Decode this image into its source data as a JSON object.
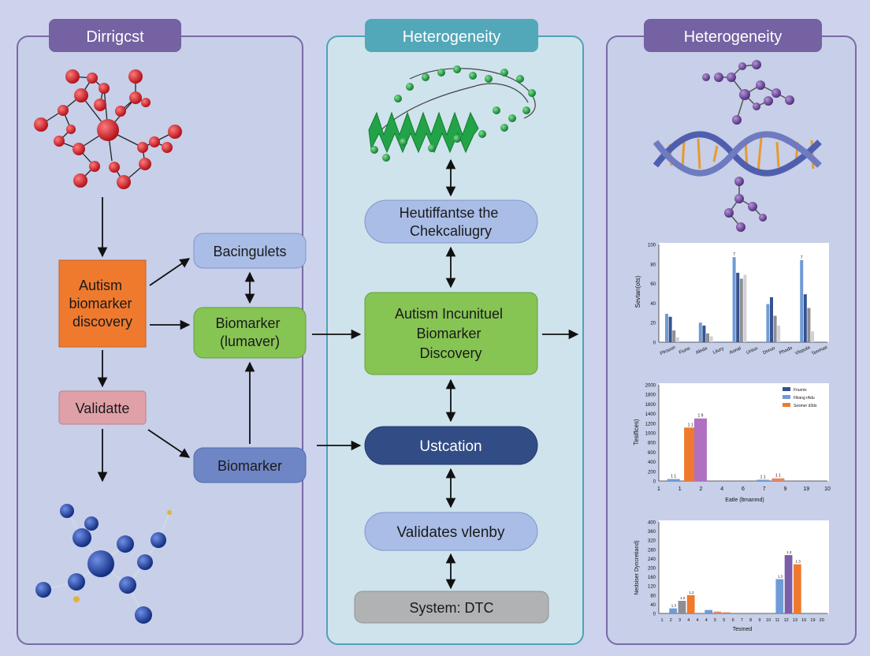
{
  "panels": {
    "left": {
      "title": "Dirrigcst"
    },
    "middle": {
      "title": "Heterogeneity"
    },
    "right": {
      "title": "Heterogeneity"
    }
  },
  "left_nodes": {
    "autism": [
      "Autism",
      "biomarker",
      "discovery"
    ],
    "validate": "Validatte",
    "bacingulets": "Bacingulets",
    "biomarker_lum": [
      "Biomarker",
      "(lumaver)"
    ],
    "biomarker": "Biomarker"
  },
  "middle_nodes": {
    "heutiff": [
      "Heutiffantse the",
      "Chekcaliugry"
    ],
    "discovery": [
      "Autism Incunituel",
      "Biomarker",
      "Discovery"
    ],
    "ustcation": "Ustcation",
    "validates": "Validates vlenby",
    "system": "System: DTC"
  },
  "colors": {
    "background": "#cdd3ec",
    "panel_border": "#7a6aa6",
    "middle_border": "#4ea3b5",
    "title_purple": "#7462a3",
    "title_teal": "#52a7b8",
    "orange": "#ef7a2e",
    "green": "#86c453",
    "blue_light": "#a9bde6",
    "blue_mid": "#6f86c6",
    "blue_dark": "#324d86",
    "pink": "#e0a0a8",
    "gray": "#b0b2b4",
    "molecule_red": "#d6232a",
    "molecule_blue": "#2349a7",
    "molecule_green": "#22a347",
    "molecule_purple": "#7a4fa5"
  },
  "chart_data": [
    {
      "type": "bar",
      "ylabel": "Sevtan(ots)",
      "yticks": [
        "0",
        "20",
        "40",
        "60",
        "80",
        "100"
      ],
      "ylim": [
        0,
        100
      ],
      "categories": [
        "Plrouon",
        "Fiune",
        "Aleda",
        "Liiury",
        "Aonal",
        "Uniux",
        "Doruo",
        "Phodo",
        "Vlepula",
        "Tenmae"
      ],
      "series": [
        {
          "color": "#6f9bd6",
          "values": [
            29,
            null,
            20,
            null,
            87,
            null,
            39,
            null,
            84,
            null
          ]
        },
        {
          "color": "#34528f",
          "values": [
            26,
            null,
            17,
            null,
            71,
            null,
            46,
            null,
            49,
            null
          ]
        },
        {
          "color": "#8d8d95",
          "values": [
            12,
            null,
            9,
            null,
            65,
            null,
            27,
            null,
            35,
            null
          ]
        },
        {
          "color": "#d0d0d5",
          "values": [
            5,
            null,
            6,
            null,
            69,
            null,
            17,
            null,
            11,
            null
          ]
        }
      ],
      "value_labels": [
        "7",
        "7"
      ]
    },
    {
      "type": "bar",
      "ylabel": "Tesiflces)",
      "xlabel": "Eatle (ltmanmd)",
      "yticks": [
        "0",
        "200",
        "400",
        "600",
        "800",
        "1000",
        "1200",
        "1400",
        "1600",
        "1800",
        "2000"
      ],
      "xticks": [
        "1",
        "1",
        "2",
        "4",
        "6",
        "7",
        "9",
        "19",
        "10"
      ],
      "ylim": [
        0,
        2000
      ],
      "legend": [
        "Fnurnis",
        "Fliiang rAdu",
        "Sesmer d3ds"
      ],
      "bars": [
        {
          "x": 1,
          "value": 40,
          "color": "#6f9bd6"
        },
        {
          "x": 2,
          "value": 1110,
          "color": "#ef7a2e"
        },
        {
          "x": 2.6,
          "value": 1300,
          "color": "#b06fc0"
        },
        {
          "x": 6.3,
          "value": 25,
          "color": "#6f9bd6"
        },
        {
          "x": 7.2,
          "value": 55,
          "color": "#e7866a"
        }
      ],
      "value_labels": [
        "1 1",
        "1 1",
        "1 9",
        "1 1",
        "1 1"
      ]
    },
    {
      "type": "bar",
      "ylabel": "Nedsiser Dyncretiand)",
      "xlabel": "Tesmed",
      "yticks": [
        "0",
        "40",
        "80",
        "120",
        "160",
        "200",
        "240",
        "280",
        "320",
        "360",
        "400"
      ],
      "xticks": [
        "1",
        "2",
        "3",
        "4",
        "4",
        "4",
        "5",
        "5",
        "6",
        "7",
        "8",
        "9",
        "10",
        "11",
        "12",
        "13",
        "16",
        "19",
        "20"
      ],
      "ylim": [
        0,
        400
      ],
      "bars": [
        {
          "x": 2,
          "value": 22,
          "color": "#6f9bd6"
        },
        {
          "x": 3,
          "value": 55,
          "color": "#8d8d95"
        },
        {
          "x": 4,
          "value": 80,
          "color": "#ef7a2e"
        },
        {
          "x": 6,
          "value": 15,
          "color": "#6f9bd6"
        },
        {
          "x": 7,
          "value": 8,
          "color": "#e7866a"
        },
        {
          "x": 8,
          "value": 5,
          "color": "#e7866a"
        },
        {
          "x": 14,
          "value": 150,
          "color": "#6f9bd6"
        },
        {
          "x": 15,
          "value": 255,
          "color": "#7a5ea8"
        },
        {
          "x": 16,
          "value": 215,
          "color": "#ef7a2e"
        }
      ],
      "value_labels": [
        "1.3",
        "1.2",
        "1.2",
        "1.3",
        "1.3",
        "1.3"
      ]
    }
  ]
}
